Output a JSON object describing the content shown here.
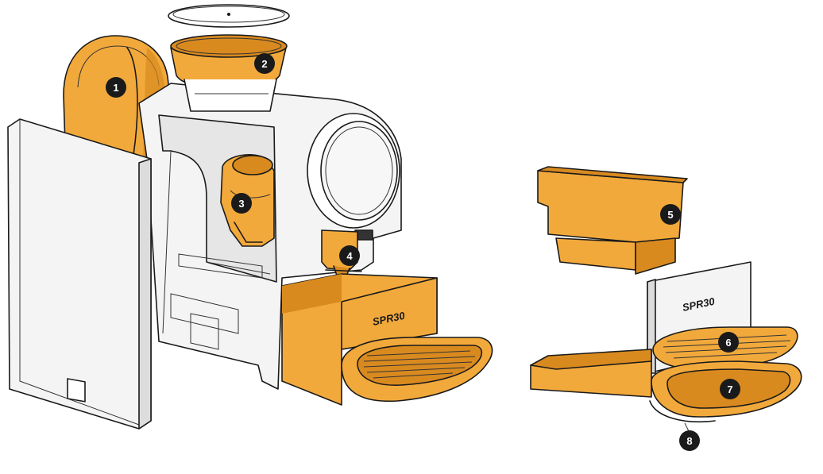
{
  "colors": {
    "part_highlight": "#F2A93B",
    "part_shadow": "#D98A1F",
    "body": "#F4F4F4",
    "body_shade": "#DCDCDC",
    "outline": "#1A1A1A",
    "badge": "#1A1A1A"
  },
  "brand_label": "SPR30",
  "callouts": [
    {
      "number": "1",
      "part": "water-tank"
    },
    {
      "number": "2",
      "part": "bean-hopper"
    },
    {
      "number": "3",
      "part": "brew-unit"
    },
    {
      "number": "4",
      "part": "coffee-outlet"
    },
    {
      "number": "5",
      "part": "grounds-container"
    },
    {
      "number": "6",
      "part": "drip-grid"
    },
    {
      "number": "7",
      "part": "drip-tray"
    },
    {
      "number": "8",
      "part": "drip-tray-base"
    }
  ]
}
